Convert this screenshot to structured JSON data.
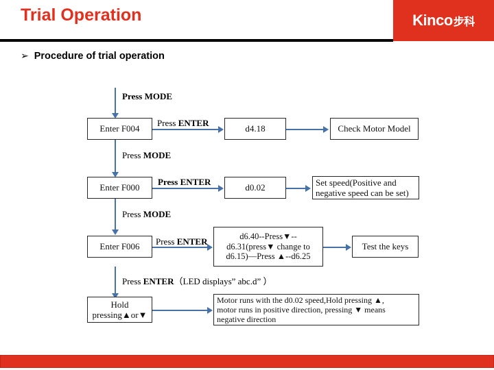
{
  "header": {
    "title": "Trial Operation",
    "logo_main": "Kinco",
    "logo_cn": "步科",
    "brand_color": "#E0301E",
    "rule_color": "#000000"
  },
  "bullet": {
    "glyph": "➢",
    "text": "Procedure of trial operation"
  },
  "flow": {
    "arrow_color": "#4672A8",
    "box_border_color": "#262626",
    "labels": {
      "mode_1": "Press MODE",
      "mode_2": "Press MODE",
      "mode_3": "Press MODE",
      "enter_1": "Press ENTER",
      "enter_2": "Press ENTER",
      "enter_3": "Press ENTER",
      "enter_final": "Press ENTER（LED displays” abc.d”）"
    },
    "rows": [
      {
        "step": "Enter F004",
        "value": "d4.18",
        "result": "Check Motor Model"
      },
      {
        "step": "Enter F000",
        "value": "d0.02",
        "result_line1": "Set speed(Positive and",
        "result_line2": "negative speed can be set)"
      },
      {
        "step": "Enter F006",
        "value_line1": "d6.40--Press▼--",
        "value_line2": "d6.31(press▼ change to",
        "value_line3": "d6.15)—Press ▲--d6.25",
        "result": "Test the keys"
      },
      {
        "step_line1": "Hold",
        "step_line2": "pressing▲or▼",
        "result_line1": "Motor runs with the d0.02 speed,Hold pressing ▲,",
        "result_line2": "motor runs in positive direction,  pressing ▼ means",
        "result_line3": "negative direction"
      }
    ]
  },
  "footer": {
    "bar_color": "#E0301E"
  }
}
